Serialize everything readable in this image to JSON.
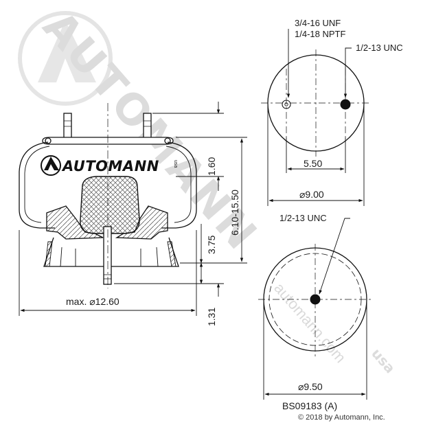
{
  "watermark": {
    "brand": "AUTOMANN",
    "suffix": "usa",
    "url": "automann.com"
  },
  "logo": {
    "text": "AUTOMANN",
    "suffix": "usa"
  },
  "side_view": {
    "dim_overall_width": "max. ⌀12.60",
    "dim_top_height": "1.60",
    "dim_lower_height": "3.75",
    "dim_stroke_range": "6.10-15.50",
    "dim_stud_length": "1.31"
  },
  "top_view": {
    "note_thread_1": "3/4-16 UNF",
    "note_thread_2": "1/4-18 NPTF",
    "note_stud": "1/2-13 UNC",
    "dim_stud_spacing": "5.50",
    "dim_plate_diameter": "⌀9.00"
  },
  "bottom_view": {
    "note_center_thread": "1/2-13 UNC",
    "dim_piston_diameter": "⌀9.50"
  },
  "footer": {
    "part_number": "BS09183 (A)",
    "copyright": "© 2018 by Automann, Inc."
  }
}
